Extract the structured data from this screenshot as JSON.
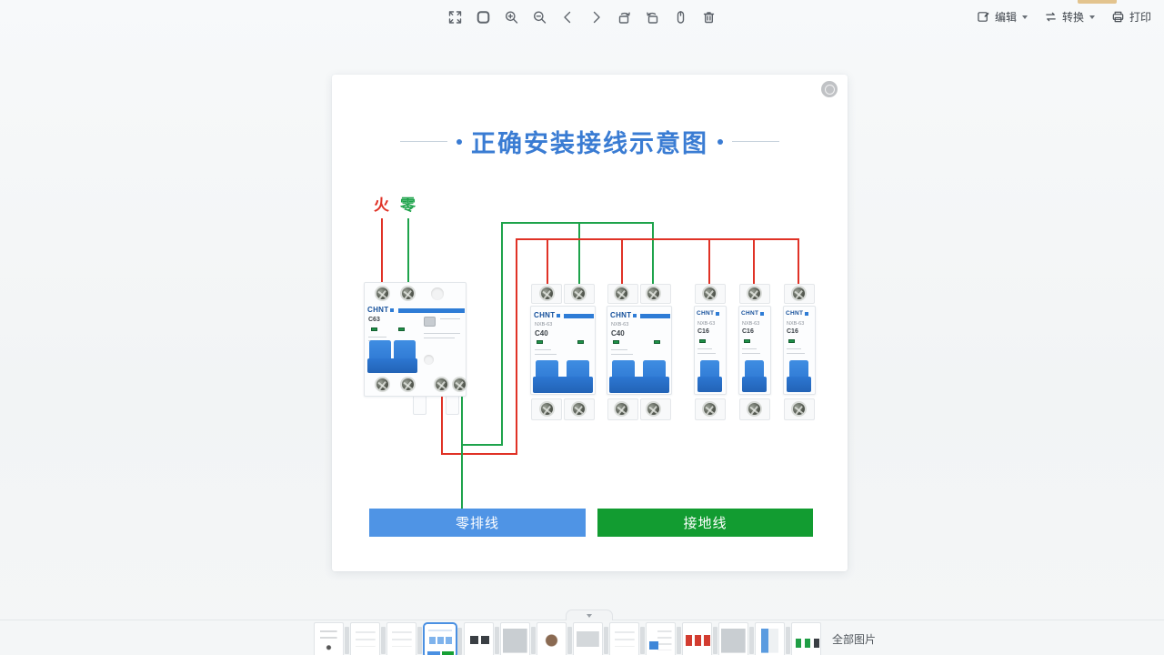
{
  "toolbar": {
    "icons": [
      "fullscreen",
      "fit-screen",
      "zoom-in",
      "zoom-out",
      "previous",
      "next",
      "rotate-left",
      "rotate-right",
      "ocr",
      "delete"
    ],
    "actions": {
      "edit_label": "编辑",
      "convert_label": "转换",
      "print_label": "打印"
    }
  },
  "diagram": {
    "title": "正确安装接线示意图",
    "live_label": "火",
    "neutral_label": "零",
    "brand": "CHNT",
    "main_breaker_label": "C63",
    "double_breaker_label": "C40",
    "single_breaker_label": "C16",
    "model_label": "NXB-63",
    "neutral_bus_label": "零排线",
    "ground_label": "接地线",
    "colors": {
      "live": "#e03226",
      "neutral": "#1ea34b",
      "bus-blue": "#4f94e5",
      "ground-green": "#129c31",
      "title-blue": "#3a7cd3",
      "brand-blue": "#15509b",
      "stripe-blue": "#2e7cd6"
    }
  },
  "thumbnails": {
    "count": 14,
    "selected_index": 3,
    "all_images_label": "全部图片"
  }
}
